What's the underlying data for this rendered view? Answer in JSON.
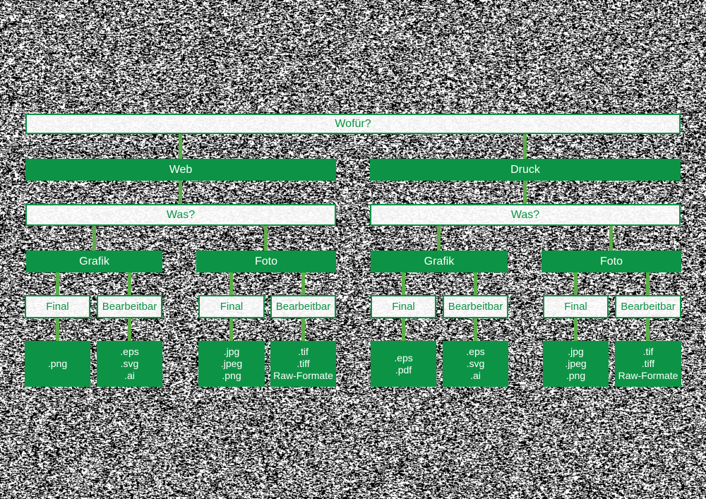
{
  "colors": {
    "box_green": "#0d9345",
    "line_green": "#5cad49",
    "box_white": "#ffffff"
  },
  "diagram": {
    "root": {
      "label": "Wofür?"
    },
    "web": {
      "label": "Web",
      "was": {
        "label": "Was?"
      },
      "grafik": {
        "label": "Grafik",
        "final": {
          "label": "Final",
          "formats": ".png"
        },
        "bearbeitbar": {
          "label": "Bearbeitbar",
          "formats": ".eps\n.svg\n.ai"
        }
      },
      "foto": {
        "label": "Foto",
        "final": {
          "label": "Final",
          "formats": ".jpg\n.jpeg\n.png"
        },
        "bearbeitbar": {
          "label": "Bearbeitbar",
          "formats": ".tif\n.tiff\nRaw-Formate"
        }
      }
    },
    "druck": {
      "label": "Druck",
      "was": {
        "label": "Was?"
      },
      "grafik": {
        "label": "Grafik",
        "final": {
          "label": "Final",
          "formats": ".eps\n.pdf"
        },
        "bearbeitbar": {
          "label": "Bearbeitbar",
          "formats": ".eps\n.svg\n.ai"
        }
      },
      "foto": {
        "label": "Foto",
        "final": {
          "label": "Final",
          "formats": ".jpg\n.jpeg\n.png"
        },
        "bearbeitbar": {
          "label": "Bearbeitbar",
          "formats": ".tif\n.tiff\nRaw-Formate"
        }
      }
    }
  }
}
